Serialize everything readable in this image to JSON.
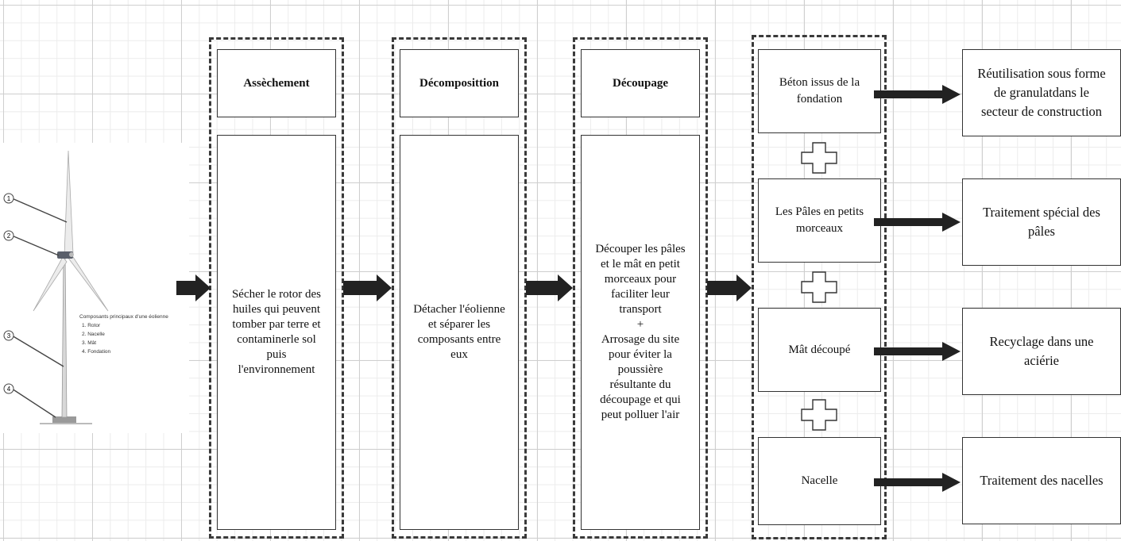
{
  "turbine": {
    "legend_title": "Composants principaux d'une éolienne",
    "legend_items": [
      "1. Rotor",
      "2. Nacelle",
      "3. Mât",
      "4. Fondation"
    ],
    "callouts": [
      "1",
      "2",
      "3",
      "4"
    ]
  },
  "stages": [
    {
      "title": "Assèchement",
      "lines": [
        "Sécher le rotor des",
        "huiles qui peuvent",
        "tomber par terre et",
        "contaminerle sol",
        "puis",
        "l'environnement"
      ]
    },
    {
      "title": "Décomposittion",
      "lines": [
        "Détacher l'éolienne",
        "et séparer les",
        "composants entre",
        "eux"
      ]
    },
    {
      "title": "Découpage",
      "lines": [
        "Découper les pâles",
        "et le mât en petit",
        "morceaux pour",
        "faciliter leur",
        "transport",
        "+",
        "Arrosage du site",
        "pour éviter la",
        "poussière",
        "résultante du",
        "découpage et qui",
        "peut polluer l'air"
      ]
    }
  ],
  "components": [
    {
      "lines": [
        "Béton issus de la",
        "fondation"
      ]
    },
    {
      "lines": [
        "Les Pâles en petits",
        "morceaux"
      ]
    },
    {
      "lines": [
        "Mât découpé"
      ]
    },
    {
      "lines": [
        "Nacelle"
      ]
    }
  ],
  "results": [
    {
      "lines": [
        "Réutilisation sous forme",
        "de granulatdans le",
        "secteur de construction"
      ]
    },
    {
      "lines": [
        "Traitement spécial des",
        "pâles"
      ]
    },
    {
      "lines": [
        "Recyclage dans une",
        "aciérie"
      ]
    },
    {
      "lines": [
        "Traitement des nacelles"
      ]
    }
  ]
}
